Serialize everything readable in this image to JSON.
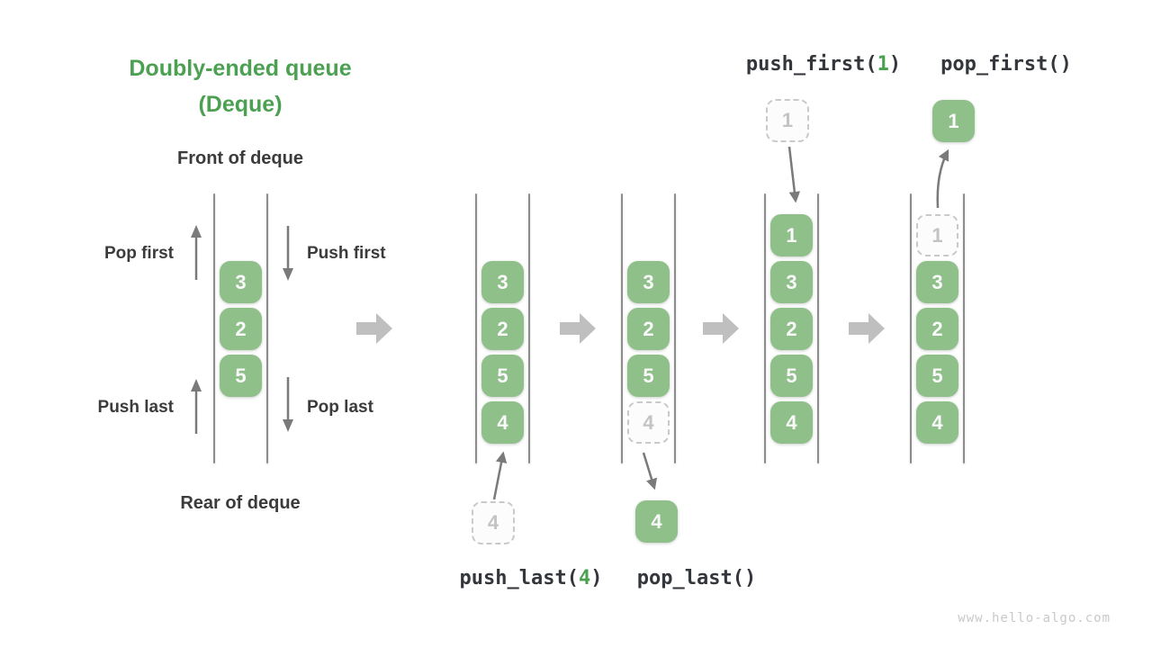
{
  "header": {
    "title_line1": "Doubly-ended queue",
    "title_line2": "(Deque)"
  },
  "left_diagram": {
    "front_label": "Front of deque",
    "rear_label": "Rear of deque",
    "pop_first_label": "Pop first",
    "push_first_label": "Push first",
    "push_last_label": "Push last",
    "pop_last_label": "Pop last",
    "cells": [
      {
        "value": "3",
        "style": "solid"
      },
      {
        "value": "2",
        "style": "solid"
      },
      {
        "value": "5",
        "style": "solid"
      }
    ]
  },
  "operations": {
    "push_last": {
      "prefix": "push_last(",
      "arg": "4",
      "suffix": ")"
    },
    "pop_last": {
      "label": "pop_last()"
    },
    "push_first": {
      "prefix": "push_first(",
      "arg": "1",
      "suffix": ")"
    },
    "pop_first": {
      "label": "pop_first()"
    }
  },
  "states": [
    {
      "name": "after push_last(4)",
      "cells": [
        {
          "value": "3",
          "style": "solid"
        },
        {
          "value": "2",
          "style": "solid"
        },
        {
          "value": "5",
          "style": "solid"
        },
        {
          "value": "4",
          "style": "solid"
        }
      ],
      "incoming": {
        "value": "4",
        "style": "ghost"
      }
    },
    {
      "name": "after pop_last()",
      "cells": [
        {
          "value": "3",
          "style": "solid"
        },
        {
          "value": "2",
          "style": "solid"
        },
        {
          "value": "5",
          "style": "solid"
        },
        {
          "value": "4",
          "style": "ghost"
        }
      ],
      "outgoing": {
        "value": "4",
        "style": "solid"
      }
    },
    {
      "name": "after push_first(1)",
      "cells": [
        {
          "value": "1",
          "style": "solid"
        },
        {
          "value": "3",
          "style": "solid"
        },
        {
          "value": "2",
          "style": "solid"
        },
        {
          "value": "5",
          "style": "solid"
        },
        {
          "value": "4",
          "style": "solid"
        }
      ],
      "incoming": {
        "value": "1",
        "style": "ghost"
      }
    },
    {
      "name": "after pop_first()",
      "cells": [
        {
          "value": "1",
          "style": "ghost"
        },
        {
          "value": "3",
          "style": "solid"
        },
        {
          "value": "2",
          "style": "solid"
        },
        {
          "value": "5",
          "style": "solid"
        },
        {
          "value": "4",
          "style": "solid"
        }
      ],
      "outgoing": {
        "value": "1",
        "style": "solid"
      }
    }
  ],
  "colors": {
    "accent_green": "#4ba052",
    "cell_green": "#8fc08a",
    "ghost_gray": "#c9c9c9",
    "thin_arrow_gray": "#7a7a7a",
    "block_arrow_gray": "#bfbfbf",
    "text_dark": "#3b3b3b"
  },
  "footer": {
    "watermark": "www.hello-algo.com"
  }
}
